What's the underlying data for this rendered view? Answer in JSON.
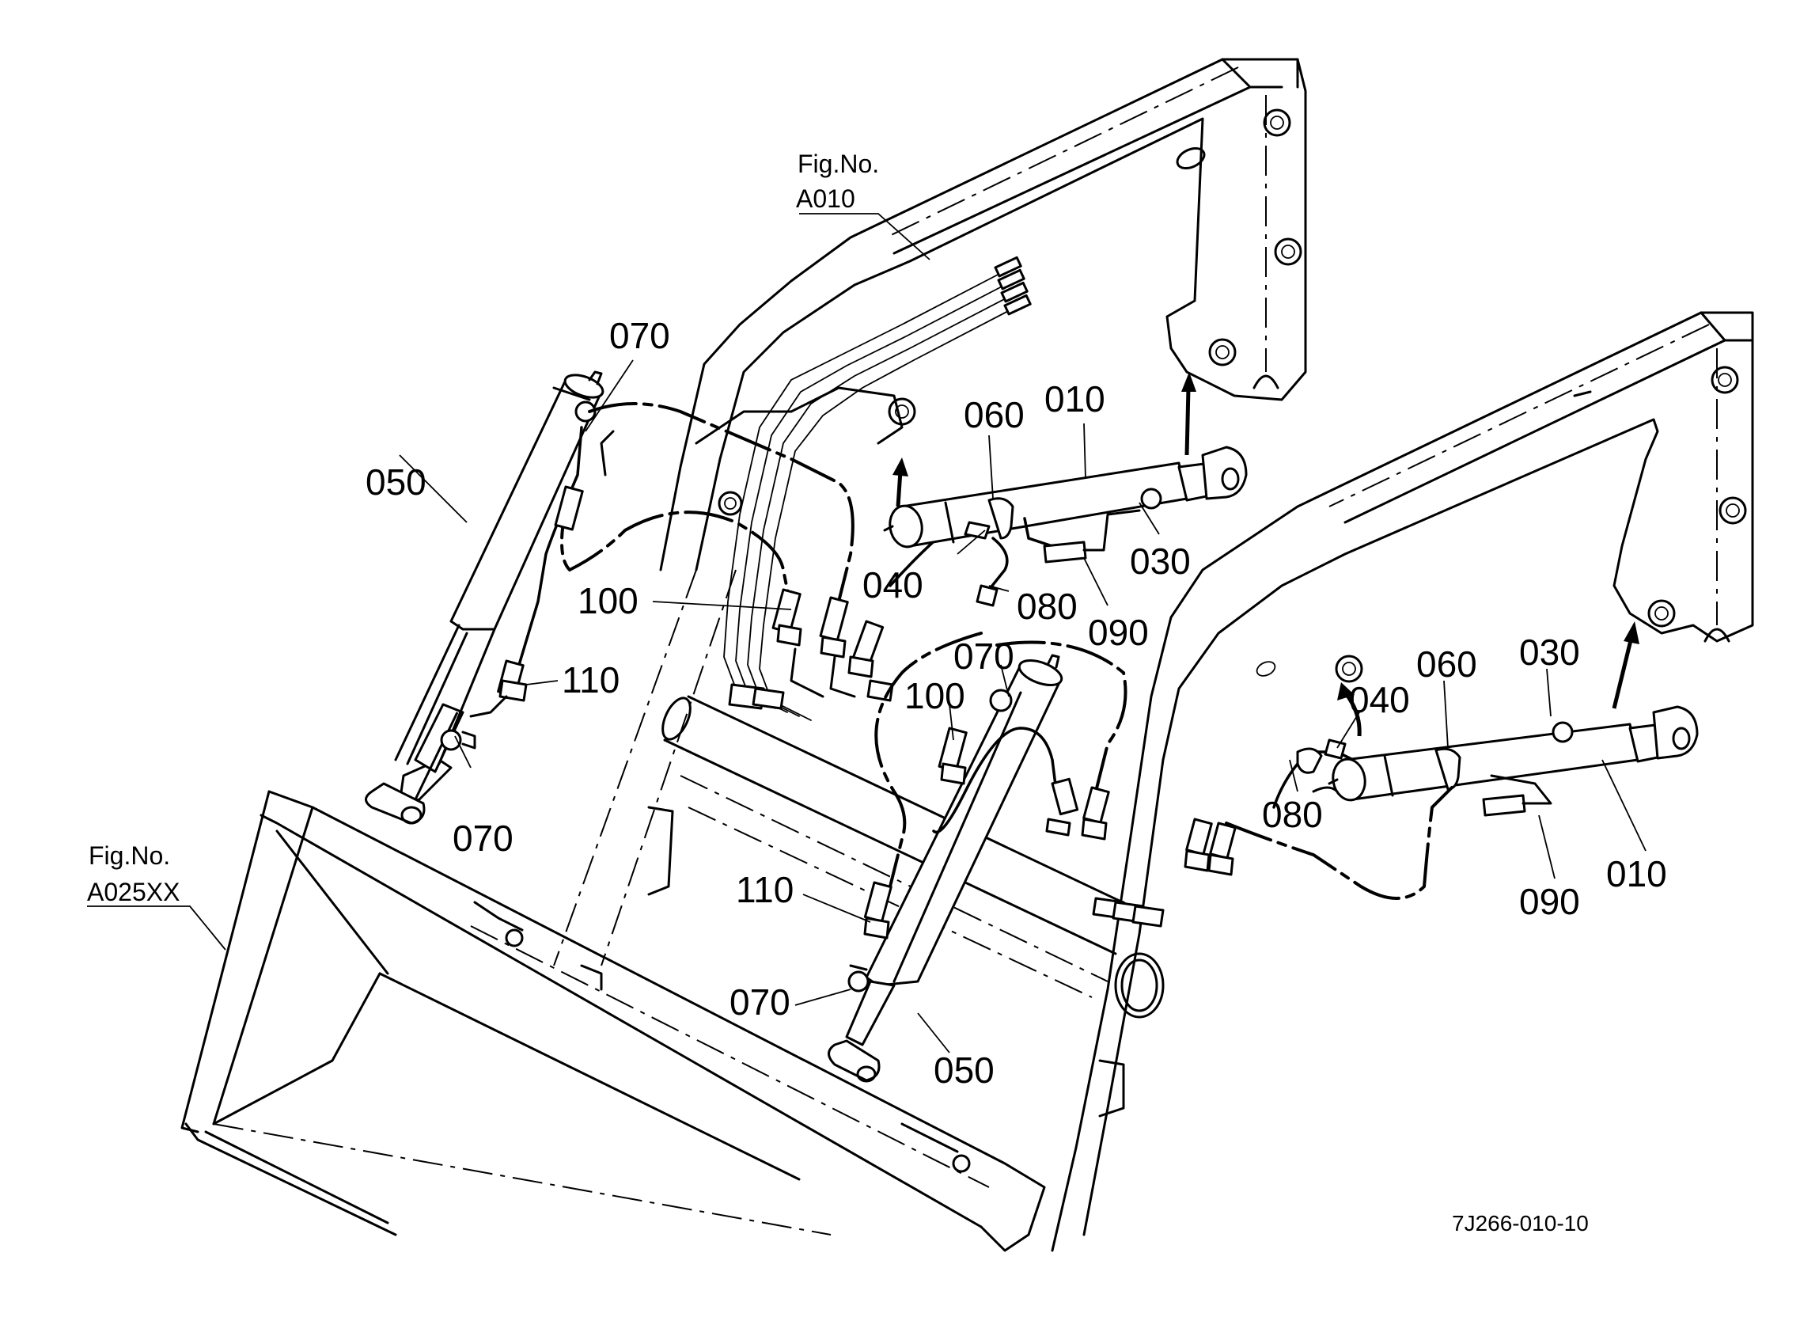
{
  "diagram": {
    "type": "exploded-parts-diagram",
    "subject": "Front loader boom hydraulic cylinders",
    "drawing_code": "7J266-010-10",
    "figure_references": [
      {
        "line1": "Fig.No.",
        "line2": "A010"
      },
      {
        "line1": "Fig.No.",
        "line2": "A025XX"
      }
    ],
    "callouts": [
      {
        "id": "c1",
        "label": "070"
      },
      {
        "id": "c2",
        "label": "050"
      },
      {
        "id": "c3",
        "label": "060"
      },
      {
        "id": "c4",
        "label": "010"
      },
      {
        "id": "c5",
        "label": "030"
      },
      {
        "id": "c6",
        "label": "040"
      },
      {
        "id": "c7",
        "label": "080"
      },
      {
        "id": "c8",
        "label": "090"
      },
      {
        "id": "c9",
        "label": "100"
      },
      {
        "id": "c10",
        "label": "110"
      },
      {
        "id": "c11",
        "label": "070"
      },
      {
        "id": "c12",
        "label": "070"
      },
      {
        "id": "c13",
        "label": "100"
      },
      {
        "id": "c14",
        "label": "110"
      },
      {
        "id": "c15",
        "label": "070"
      },
      {
        "id": "c16",
        "label": "050"
      },
      {
        "id": "c17",
        "label": "080"
      },
      {
        "id": "c18",
        "label": "040"
      },
      {
        "id": "c19",
        "label": "060"
      },
      {
        "id": "c20",
        "label": "030"
      },
      {
        "id": "c21",
        "label": "090"
      },
      {
        "id": "c22",
        "label": "010"
      }
    ],
    "part_numbers": [
      "010",
      "030",
      "040",
      "050",
      "060",
      "070",
      "080",
      "090",
      "100",
      "110"
    ]
  }
}
